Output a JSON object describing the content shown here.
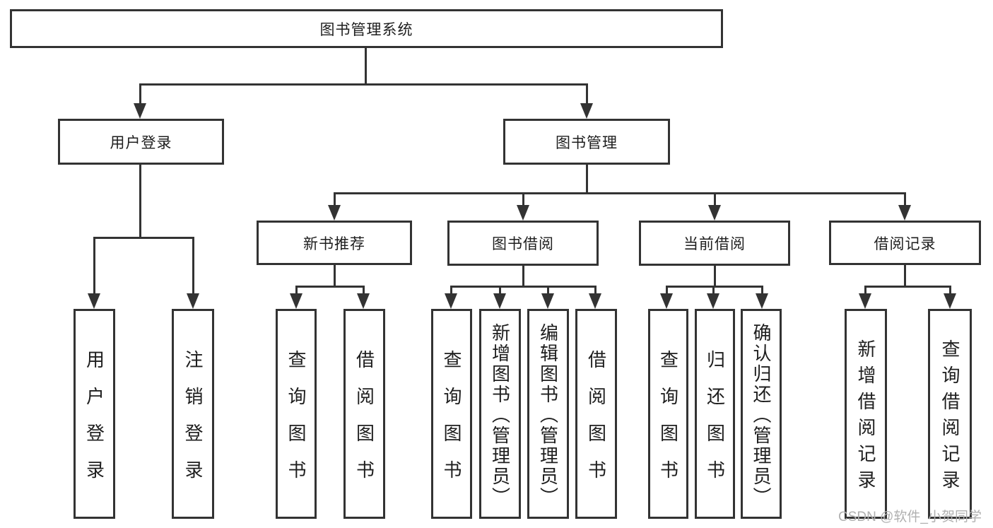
{
  "diagram": {
    "root": {
      "label": "图书管理系统"
    },
    "branches": [
      {
        "label": "用户登录",
        "children": [
          {
            "label": "用户登录"
          },
          {
            "label": "注销登录"
          }
        ]
      },
      {
        "label": "图书管理",
        "children": [
          {
            "label": "新书推荐",
            "children": [
              {
                "label": "查询图书"
              },
              {
                "label": "借阅图书"
              }
            ]
          },
          {
            "label": "图书借阅",
            "children": [
              {
                "label": "查询图书"
              },
              {
                "label": "新增图书（管理员）"
              },
              {
                "label": "编辑图书（管理员）"
              },
              {
                "label": "借阅图书"
              }
            ]
          },
          {
            "label": "当前借阅",
            "children": [
              {
                "label": "查询图书"
              },
              {
                "label": "归还图书"
              },
              {
                "label": "确认归还（管理员）"
              }
            ]
          },
          {
            "label": "借阅记录",
            "children": [
              {
                "label": "新增借阅记录"
              },
              {
                "label": "查询借阅记录"
              }
            ]
          }
        ]
      }
    ],
    "watermark": "CSDN @软件_小贺同学",
    "colors": {
      "line": "#333333",
      "text": "#1e1e1e",
      "watermark": "#b0b0b0",
      "background": "#ffffff"
    }
  }
}
